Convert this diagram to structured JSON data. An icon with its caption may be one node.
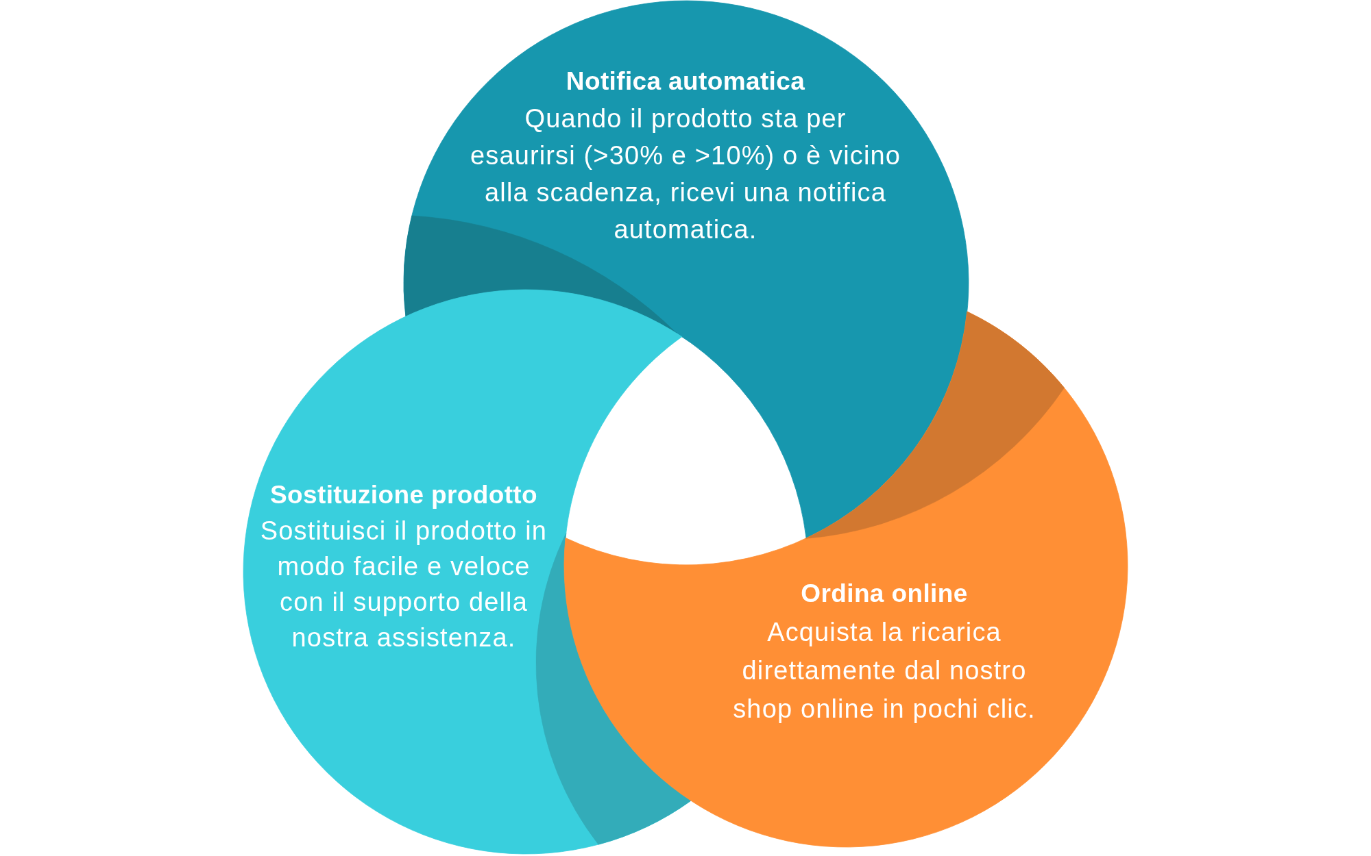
{
  "diagram": {
    "nodes": [
      {
        "text": [
          "Notifica automatica",
          "Quando il prodotto sta per esaurirsi (>30% e >10%) o è vicino alla scadenza, ricevi una notifica automatica."
        ]
      },
      {
        "text": [
          "Sostituzione prodotto",
          "Sostituisci il prodotto in modo facile e veloce con il supporto della nostra assistenza."
        ]
      },
      {
        "text": [
          "Ordina online",
          "Acquista la ricarica direttamente dal nostro shop online in pochi clic."
        ]
      }
    ]
  }
}
